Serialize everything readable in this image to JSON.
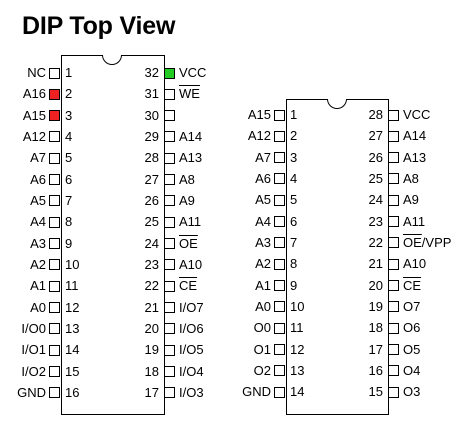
{
  "title": "DIP Top View",
  "colors": {
    "red_pin": "#ee2222",
    "green_pin": "#22cc22",
    "default_pin": "#ffffff"
  },
  "chip32": {
    "left": [
      {
        "num": "1",
        "label": "NC",
        "color": "none",
        "overline": false
      },
      {
        "num": "2",
        "label": "A16",
        "color": "red",
        "overline": false
      },
      {
        "num": "3",
        "label": "A15",
        "color": "red",
        "overline": false
      },
      {
        "num": "4",
        "label": "A12",
        "color": "none",
        "overline": false
      },
      {
        "num": "5",
        "label": "A7",
        "color": "none",
        "overline": false
      },
      {
        "num": "6",
        "label": "A6",
        "color": "none",
        "overline": false
      },
      {
        "num": "7",
        "label": "A5",
        "color": "none",
        "overline": false
      },
      {
        "num": "8",
        "label": "A4",
        "color": "none",
        "overline": false
      },
      {
        "num": "9",
        "label": "A3",
        "color": "none",
        "overline": false
      },
      {
        "num": "10",
        "label": "A2",
        "color": "none",
        "overline": false
      },
      {
        "num": "11",
        "label": "A1",
        "color": "none",
        "overline": false
      },
      {
        "num": "12",
        "label": "A0",
        "color": "none",
        "overline": false
      },
      {
        "num": "13",
        "label": "I/O0",
        "color": "none",
        "overline": false
      },
      {
        "num": "14",
        "label": "I/O1",
        "color": "none",
        "overline": false
      },
      {
        "num": "15",
        "label": "I/O2",
        "color": "none",
        "overline": false
      },
      {
        "num": "16",
        "label": "GND",
        "color": "none",
        "overline": false
      }
    ],
    "right": [
      {
        "num": "32",
        "label": "VCC",
        "color": "green",
        "overline": false
      },
      {
        "num": "31",
        "label": "WE",
        "color": "none",
        "overline": true
      },
      {
        "num": "30",
        "label": "",
        "color": "none",
        "overline": false
      },
      {
        "num": "29",
        "label": "A14",
        "color": "none",
        "overline": false
      },
      {
        "num": "28",
        "label": "A13",
        "color": "none",
        "overline": false
      },
      {
        "num": "27",
        "label": "A8",
        "color": "none",
        "overline": false
      },
      {
        "num": "26",
        "label": "A9",
        "color": "none",
        "overline": false
      },
      {
        "num": "25",
        "label": "A11",
        "color": "none",
        "overline": false
      },
      {
        "num": "24",
        "label": "OE",
        "color": "none",
        "overline": true
      },
      {
        "num": "23",
        "label": "A10",
        "color": "none",
        "overline": false
      },
      {
        "num": "22",
        "label": "CE",
        "color": "none",
        "overline": true
      },
      {
        "num": "21",
        "label": "I/O7",
        "color": "none",
        "overline": false
      },
      {
        "num": "20",
        "label": "I/O6",
        "color": "none",
        "overline": false
      },
      {
        "num": "19",
        "label": "I/O5",
        "color": "none",
        "overline": false
      },
      {
        "num": "18",
        "label": "I/O4",
        "color": "none",
        "overline": false
      },
      {
        "num": "17",
        "label": "I/O3",
        "color": "none",
        "overline": false
      }
    ]
  },
  "chip28": {
    "left": [
      {
        "num": "1",
        "label": "A15",
        "color": "none",
        "overline": false
      },
      {
        "num": "2",
        "label": "A12",
        "color": "none",
        "overline": false
      },
      {
        "num": "3",
        "label": "A7",
        "color": "none",
        "overline": false
      },
      {
        "num": "4",
        "label": "A6",
        "color": "none",
        "overline": false
      },
      {
        "num": "5",
        "label": "A5",
        "color": "none",
        "overline": false
      },
      {
        "num": "6",
        "label": "A4",
        "color": "none",
        "overline": false
      },
      {
        "num": "7",
        "label": "A3",
        "color": "none",
        "overline": false
      },
      {
        "num": "8",
        "label": "A2",
        "color": "none",
        "overline": false
      },
      {
        "num": "9",
        "label": "A1",
        "color": "none",
        "overline": false
      },
      {
        "num": "10",
        "label": "A0",
        "color": "none",
        "overline": false
      },
      {
        "num": "11",
        "label": "O0",
        "color": "none",
        "overline": false
      },
      {
        "num": "12",
        "label": "O1",
        "color": "none",
        "overline": false
      },
      {
        "num": "13",
        "label": "O2",
        "color": "none",
        "overline": false
      },
      {
        "num": "14",
        "label": "GND",
        "color": "none",
        "overline": false
      }
    ],
    "right": [
      {
        "num": "28",
        "label": "VCC",
        "color": "none",
        "overline": false
      },
      {
        "num": "27",
        "label": "A14",
        "color": "none",
        "overline": false
      },
      {
        "num": "26",
        "label": "A13",
        "color": "none",
        "overline": false
      },
      {
        "num": "25",
        "label": "A8",
        "color": "none",
        "overline": false
      },
      {
        "num": "24",
        "label": "A9",
        "color": "none",
        "overline": false
      },
      {
        "num": "23",
        "label": "A11",
        "color": "none",
        "overline": false
      },
      {
        "num": "22",
        "label": "OE",
        "label_suffix": "/VPP",
        "color": "none",
        "overline": true
      },
      {
        "num": "21",
        "label": "A10",
        "color": "none",
        "overline": false
      },
      {
        "num": "20",
        "label": "CE",
        "color": "none",
        "overline": true
      },
      {
        "num": "19",
        "label": "O7",
        "color": "none",
        "overline": false
      },
      {
        "num": "18",
        "label": "O6",
        "color": "none",
        "overline": false
      },
      {
        "num": "17",
        "label": "O5",
        "color": "none",
        "overline": false
      },
      {
        "num": "16",
        "label": "O4",
        "color": "none",
        "overline": false
      },
      {
        "num": "15",
        "label": "O3",
        "color": "none",
        "overline": false
      }
    ]
  }
}
